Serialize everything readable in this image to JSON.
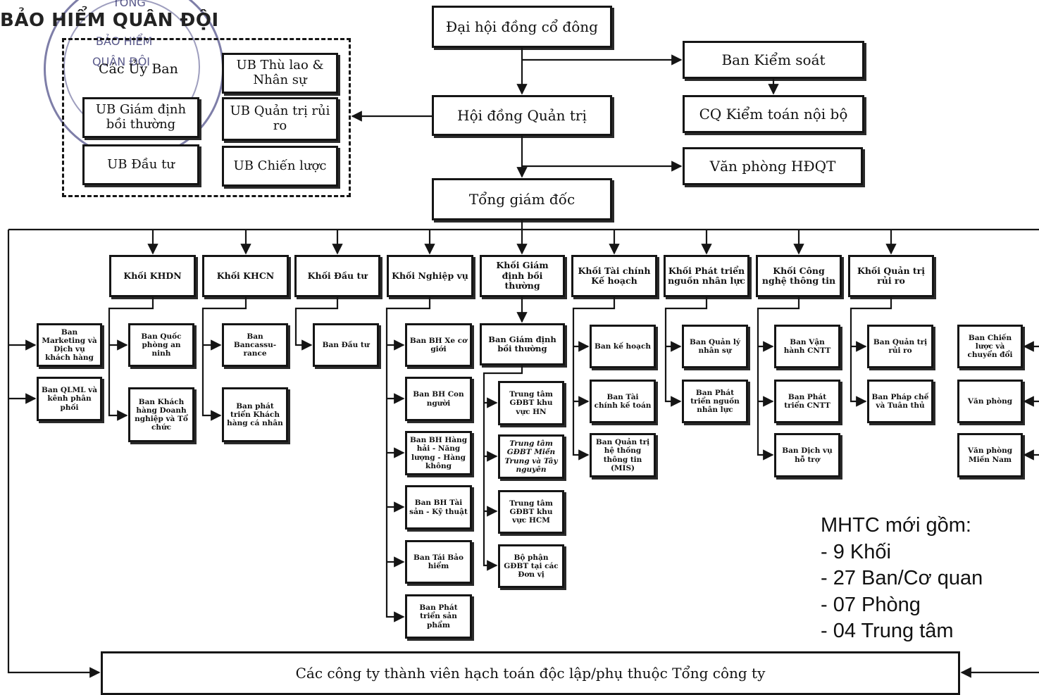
{
  "header": {
    "company_name": "BẢO HIỂM QUÂN ĐỘI",
    "stamp_lines": [
      "TỔNG",
      "BẢO HIỂM",
      "QUÂN ĐỘI"
    ]
  },
  "top_levels": {
    "shareholders": "Đại hội đồng cổ đông",
    "supervisory_board": "Ban Kiểm soát",
    "internal_audit": "CQ Kiểm toán nội bộ",
    "board_of_directors": "Hội đồng Quản trị",
    "board_office": "Văn phòng HĐQT",
    "ceo": "Tổng giám đốc"
  },
  "committees": {
    "group_label": "Các Ủy Ban",
    "items": [
      "UB Thù lao & Nhân sự",
      "UB Giám định bồi thường",
      "UB Quản trị rủi ro",
      "UB Đầu tư",
      "UB Chiến lược"
    ]
  },
  "divisions": [
    {
      "name": "Khối  KHDN",
      "units": [
        "Ban Quốc phòng an ninh",
        "Ban Khách hàng Doanh nghiệp và Tổ chức"
      ]
    },
    {
      "name": "Khối KHCN",
      "units": [
        "Ban Bancassu-rance",
        "Ban phát triển Khách hàng cá nhân"
      ]
    },
    {
      "name": "Khối Đầu tư",
      "units": [
        "Ban Đầu tư"
      ]
    },
    {
      "name": "Khối Nghiệp vụ",
      "units": [
        "Ban BH Xe cơ giới",
        "Ban BH Con người",
        "Ban BH Hàng hải - Năng lượng - Hàng không",
        "Ban BH Tài sản - Kỹ thuật",
        "Ban Tái Bảo hiểm",
        "Ban Phát triển sản phẩm"
      ]
    },
    {
      "name": "Khối Giám định bồi thường",
      "units": [
        "Ban Giám định bồi thường",
        "Trung tâm GĐBT khu vực HN",
        "Trung tâm GĐBT Miền Trung và Tây nguyên",
        "Trung tâm GĐBT khu vực HCM",
        "Bộ phận GĐBT tại các Đơn vị"
      ]
    },
    {
      "name": "Khối Tài chính Kế hoạch",
      "units": [
        "Ban kế hoạch",
        "Ban Tài chính kế toán",
        "Ban Quản trị hệ thống thông tin (MIS)"
      ]
    },
    {
      "name": "Khối Phát triển nguồn nhân lực",
      "units": [
        "Ban Quản lý nhân sự",
        "Ban Phát triển nguồn nhân lực"
      ]
    },
    {
      "name": "Khối Công nghệ thông tin",
      "units": [
        "Ban Vận hành CNTT",
        "Ban Phát triển CNTT",
        "Ban Dịch vụ hỗ trợ"
      ]
    },
    {
      "name": "Khối Quản trị rủi ro",
      "units": [
        "Ban Quản trị rủi ro",
        "Ban Pháp chế và Tuân thủ"
      ]
    }
  ],
  "ceo_direct_units": [
    "Ban Marketing và Dịch vụ khách hàng",
    "Ban QLML và kênh phân phối"
  ],
  "right_side_units": [
    "Ban Chiến lược và chuyển đổi",
    "Văn phòng",
    "Văn phòng Miền Nam"
  ],
  "bottom": {
    "member_companies": "Các công ty thành viên hạch toán độc lập/phụ thuộc Tổng công ty"
  },
  "notes": {
    "title": "MHTC mới gồm:",
    "items": [
      "- 9 Khối",
      "- 27 Ban/Cơ quan",
      "- 07 Phòng",
      "- 04 Trung tâm"
    ]
  }
}
